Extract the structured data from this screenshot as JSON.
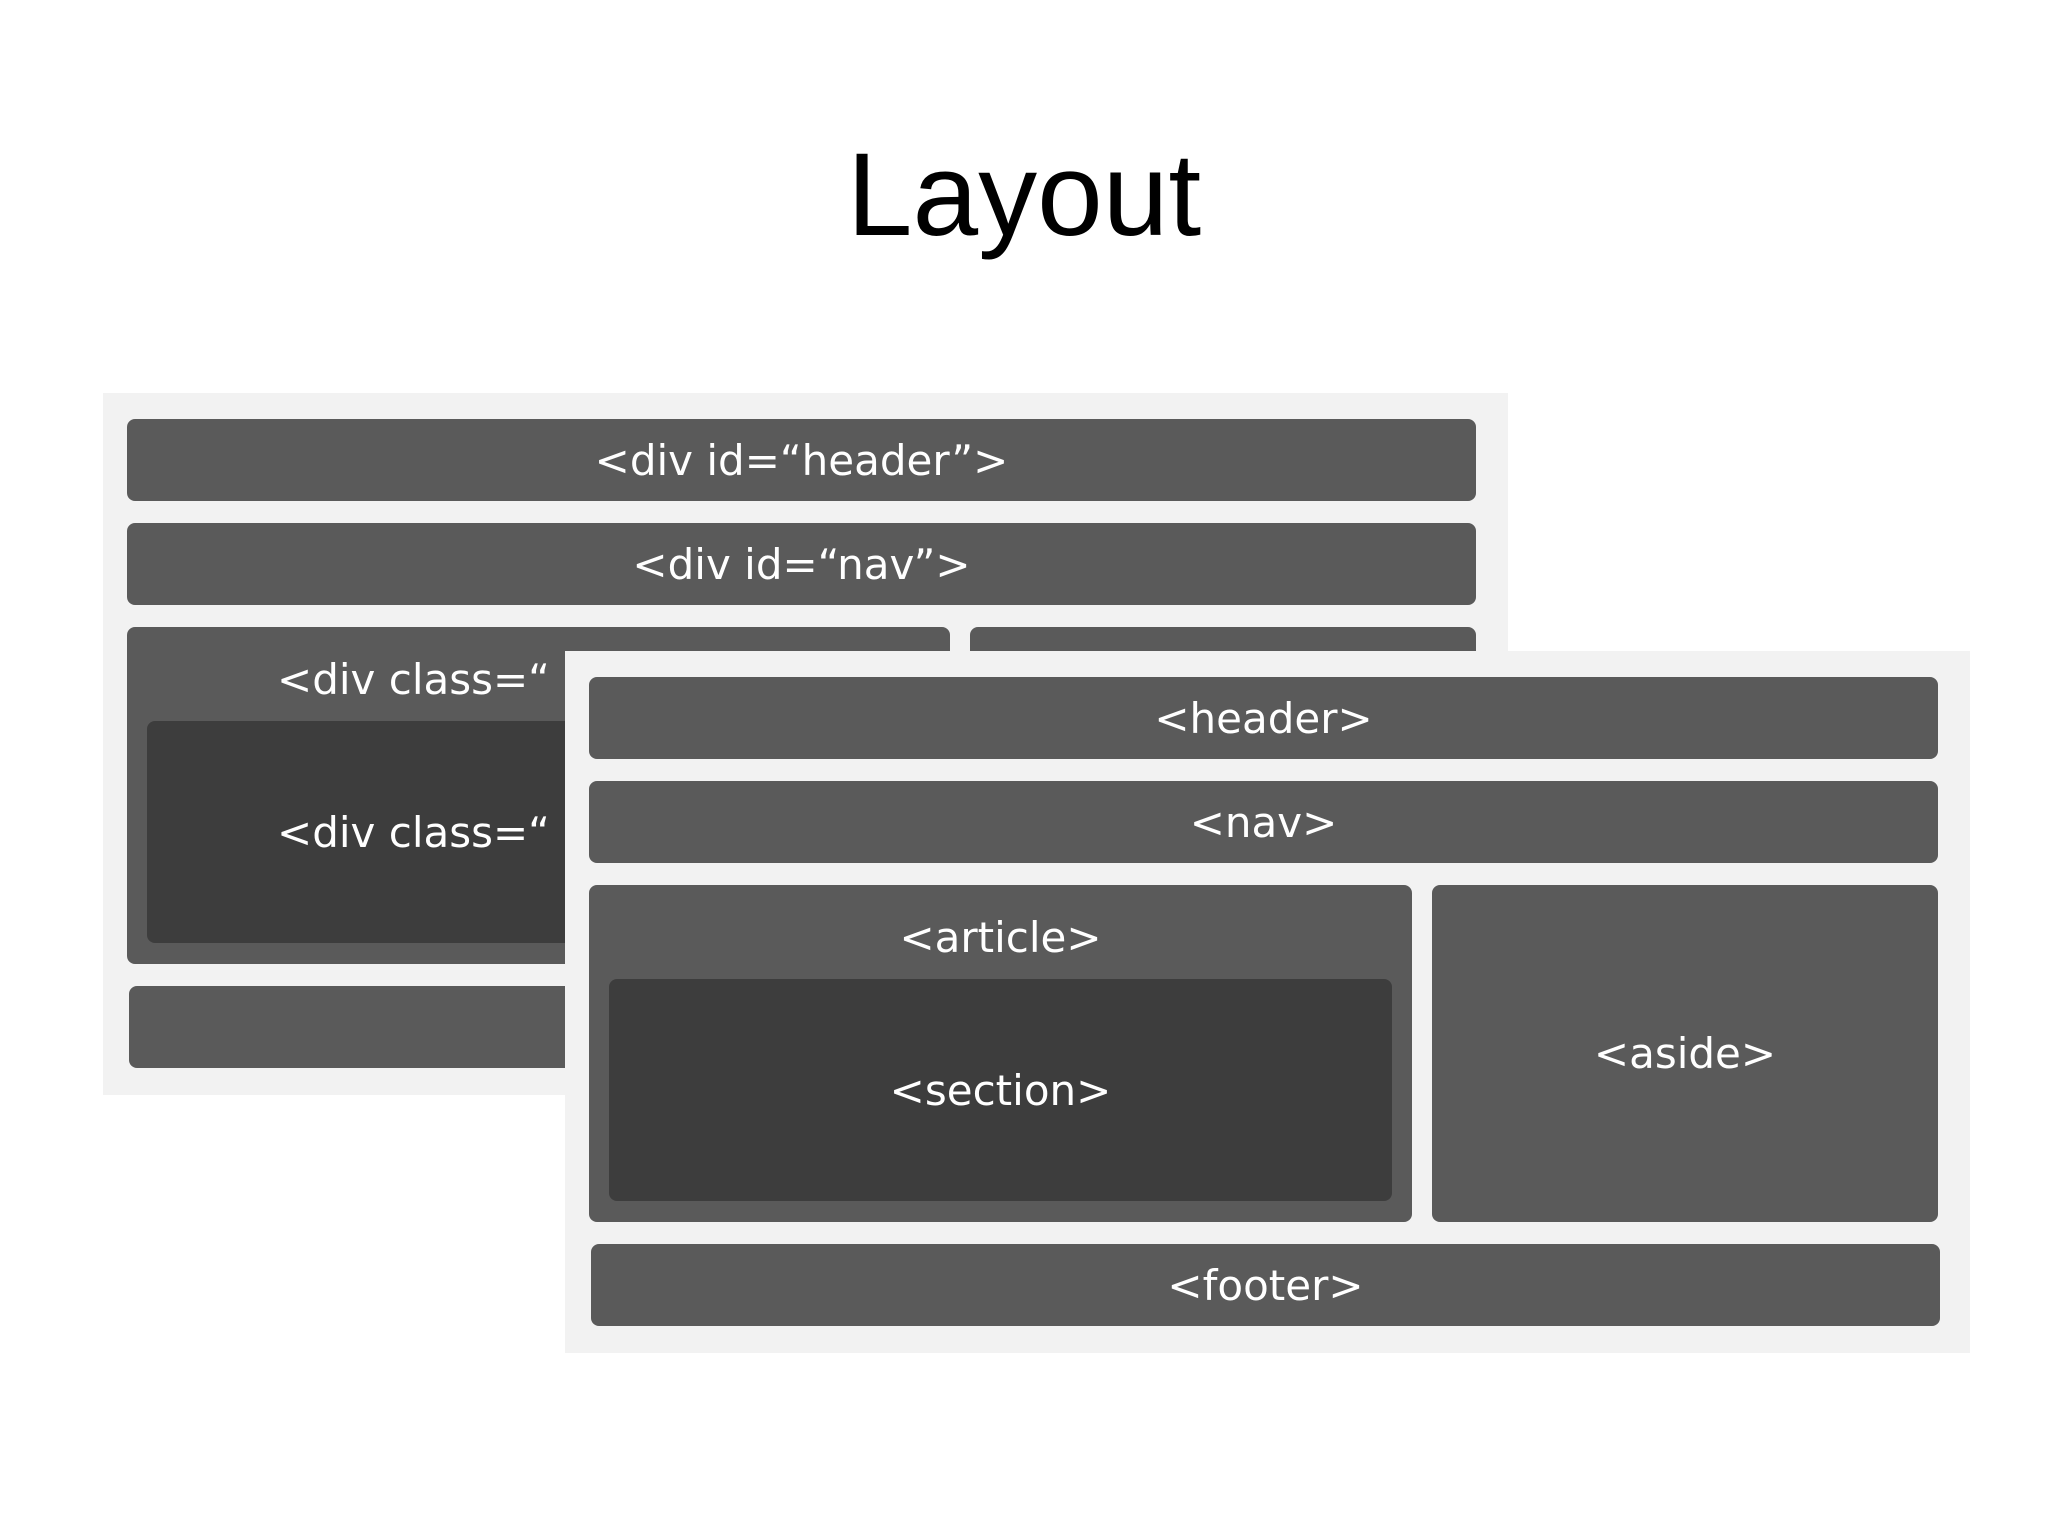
{
  "title": "Layout",
  "old_layout": {
    "header": "<div id=“header”>",
    "nav": "<div id=“nav”>",
    "article": "<div class=“",
    "section": "<div class=“"
  },
  "new_layout": {
    "header": "<header>",
    "nav": "<nav>",
    "article": "<article>",
    "section": "<section>",
    "aside": "<aside>",
    "footer": "<footer>"
  },
  "colors": {
    "panel": "#f2f2f2",
    "block": "#5a5a5a",
    "inner_block": "#3d3d3d",
    "text": "#ffffff"
  }
}
